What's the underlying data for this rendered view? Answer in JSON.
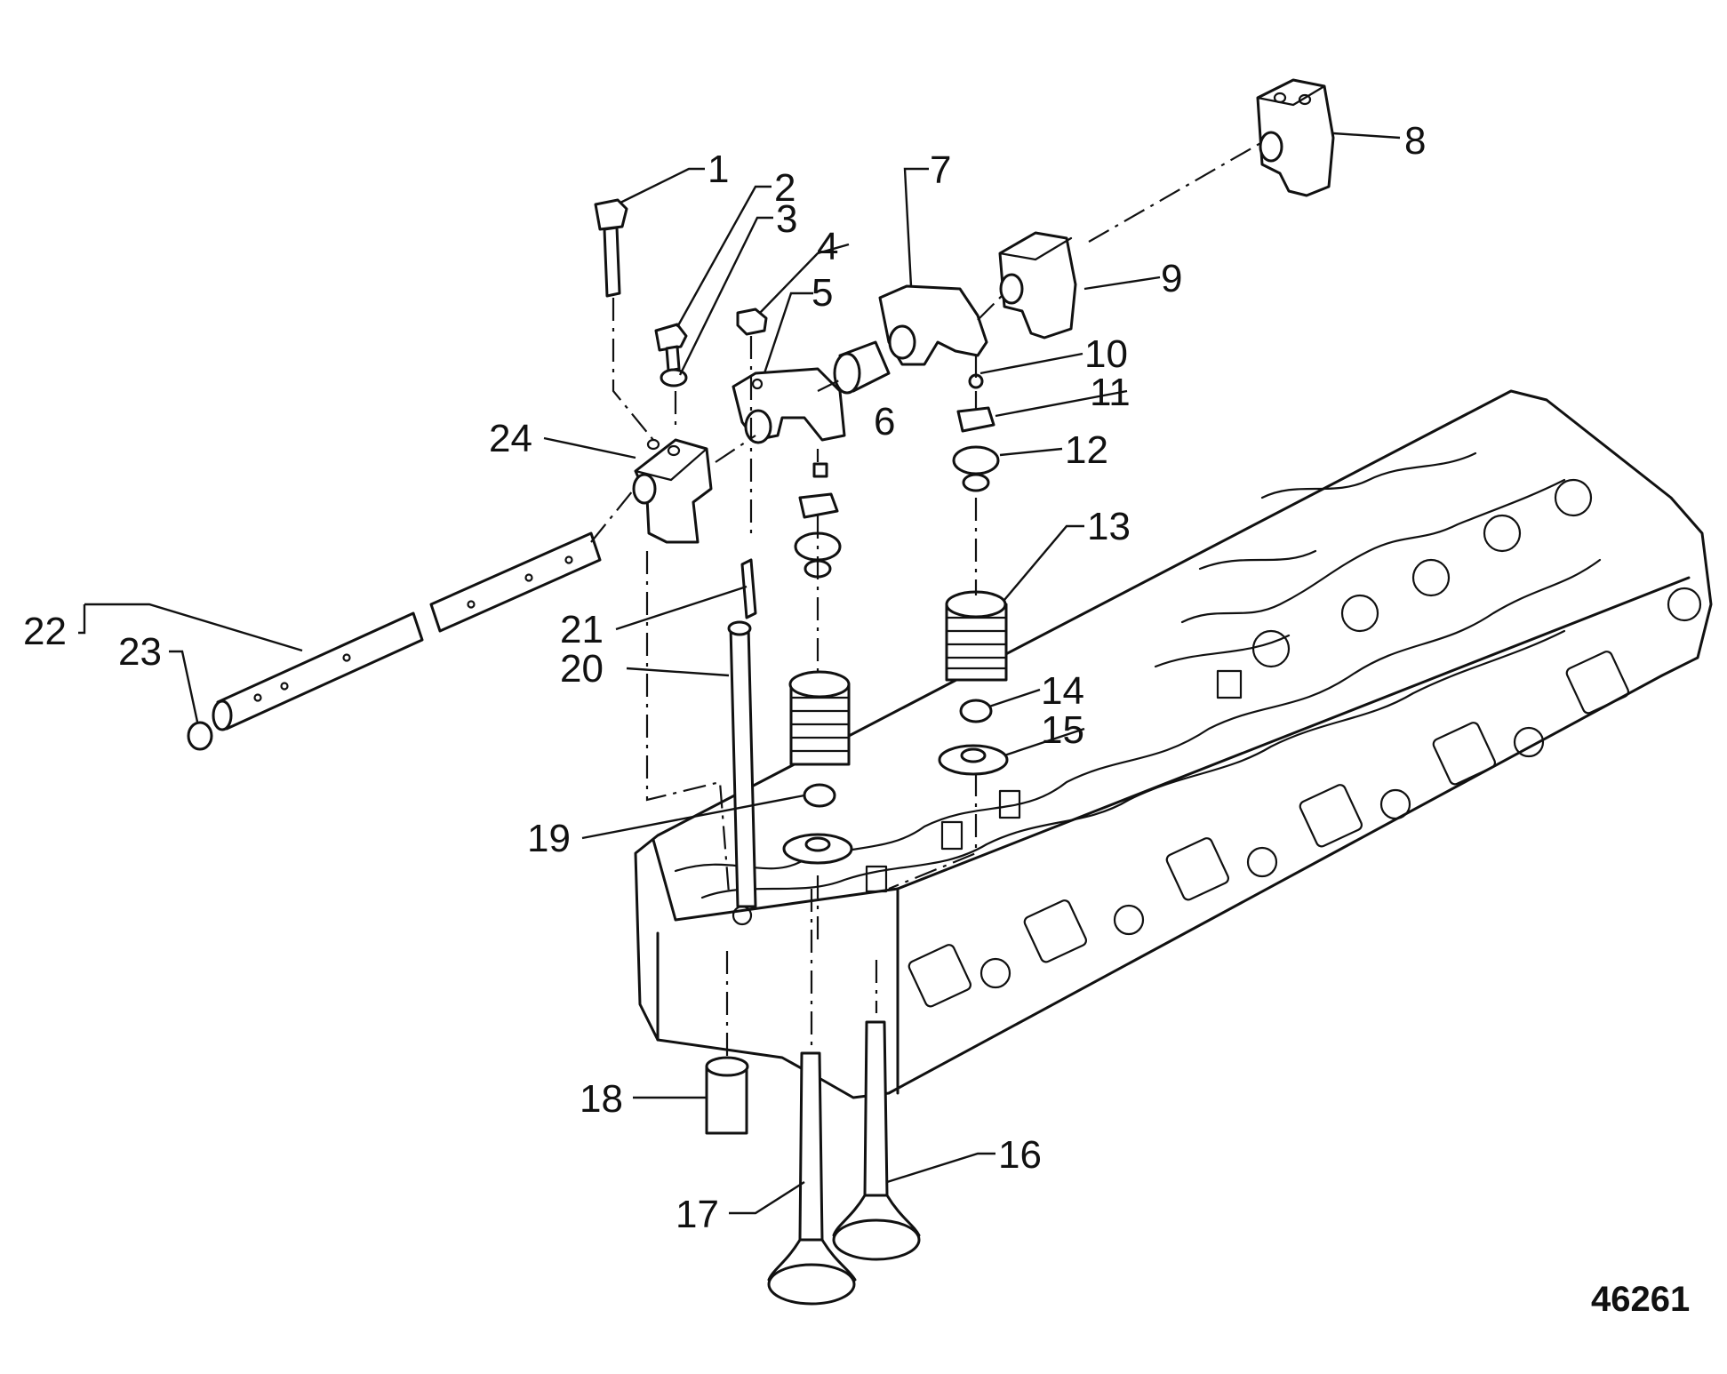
{
  "figure_number": "46261",
  "callouts": [
    "1",
    "2",
    "3",
    "4",
    "5",
    "6",
    "7",
    "8",
    "9",
    "10",
    "11",
    "12",
    "13",
    "14",
    "15",
    "16",
    "17",
    "18",
    "19",
    "20",
    "21",
    "22",
    "23",
    "24"
  ]
}
